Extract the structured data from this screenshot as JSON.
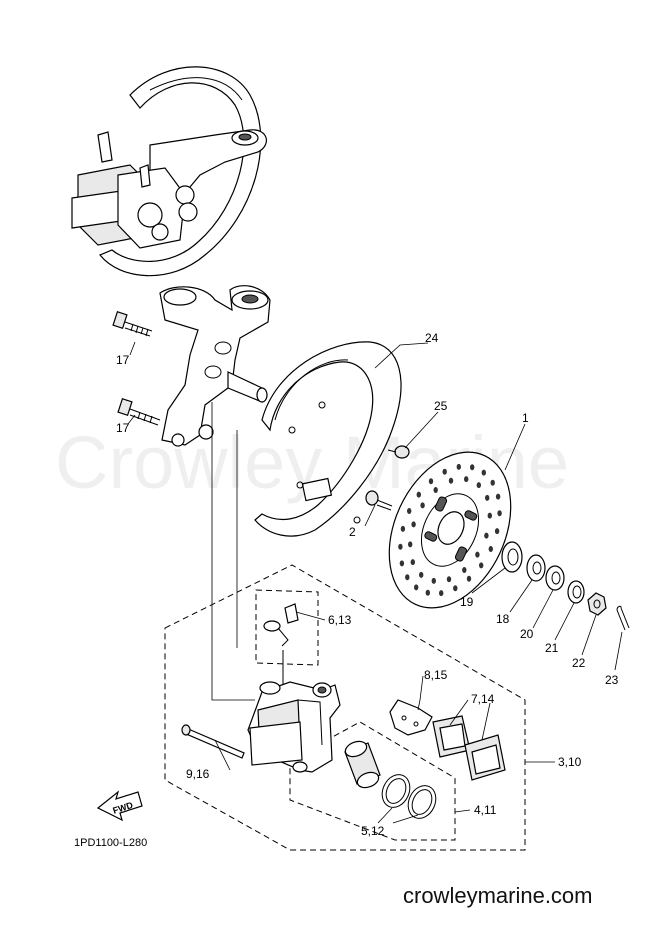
{
  "watermark": "Crowley Marine",
  "site": "crowleymarine.com",
  "diagram_code": "1PD1100-L280",
  "fwd_label": "FWD",
  "callouts": {
    "c1": "1",
    "c2": "2",
    "c17a": "17",
    "c17b": "17",
    "c18": "18",
    "c19": "19",
    "c20": "20",
    "c21": "21",
    "c22": "22",
    "c23": "23",
    "c24": "24",
    "c25": "25",
    "c6_13": "6,13",
    "c8_15": "8,15",
    "c7_14": "7,14",
    "c3_10": "3,10",
    "c9_16": "9,16",
    "c4_11": "4,11",
    "c5_12": "5,12"
  }
}
